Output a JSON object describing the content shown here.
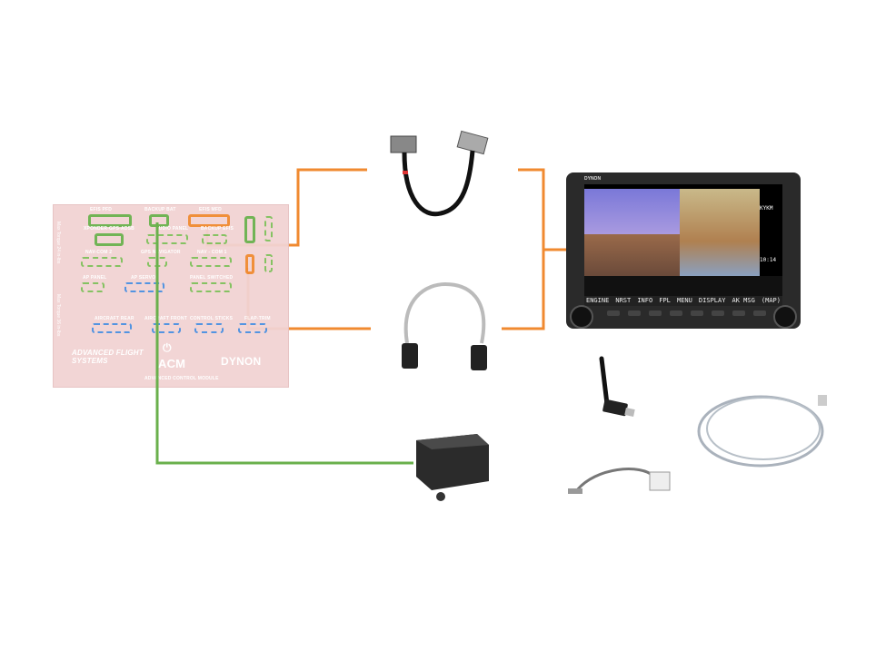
{
  "colors": {
    "orange": "#f08a30",
    "green": "#6ab04c",
    "board": "#f2d3d3",
    "blue_connector": "#4a8fe0"
  },
  "board": {
    "connectors": {
      "efis_pfd": "EFIS PFD",
      "backup_bat": "BACKUP BAT",
      "efis_mfd": "EFIS MFD",
      "xponder": "XPONDER-GPS-ADSB",
      "audio_panel": "AUDIO PANEL",
      "backup_efis": "BACKUP EFIS",
      "nav_com_2": "NAV-COM 2",
      "gps_navigator": "GPS NAVIGATOR",
      "nav_com_1": "NAV - COM 1",
      "ap_panel": "AP PANEL",
      "ap_servos": "AP SERVOS",
      "panel_switched": "PANEL SWITCHED",
      "aircraft_rear": "AIRCRAFT REAR",
      "aircraft_front": "AIRCRAFT FRONT",
      "control_sticks": "CONTROL STICKS",
      "flap_trim": "FLAP-TRIM"
    },
    "torque_top": "Max Torque 24 in-lbs",
    "torque_bottom": "Max Torque 36 in-lbs",
    "logo_afs": "ADVANCED FLIGHT SYSTEMS",
    "logo_acm": "ACM",
    "logo_dynon": "DYNON",
    "subtitle": "ADVANCED CONTROL MODULE"
  },
  "display": {
    "brand": "DYNON",
    "waypoint": "KYKM",
    "time": "10:14",
    "softkeys": [
      "ENGINE",
      "",
      "NRST",
      "INFO",
      "FPL",
      "MENU",
      "DISPLAY",
      "AK MSG",
      "(MAP)"
    ]
  }
}
